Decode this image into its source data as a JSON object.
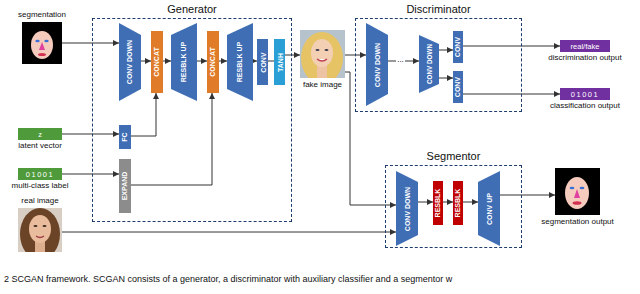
{
  "diagram": {
    "caption": "2 SCGAN framework. SCGAN consists of a generator, a discriminator with auxiliary classifier and a segmentor w",
    "nodes": [
      {
        "text": [
          "Generator"
        ]
      },
      {
        "text": [
          "Discriminator"
        ]
      },
      {
        "text": [
          "Segmentor"
        ]
      },
      {
        "text": [
          "segmentation"
        ]
      },
      {
        "text": [
          "z",
          "latent vector"
        ]
      },
      {
        "text": [
          "01001",
          "multi-class label"
        ]
      },
      {
        "text": [
          "real image"
        ]
      },
      {
        "text": [
          "CONV DOWN"
        ],
        "in": 0
      },
      {
        "text": [
          "FC"
        ],
        "in": 0
      },
      {
        "text": [
          "EXPAND"
        ],
        "in": 0
      },
      {
        "text": [
          "CONCAT"
        ],
        "in": 0
      },
      {
        "text": [
          "RESBLK UP"
        ],
        "in": 0
      },
      {
        "text": [
          "CONCAT"
        ],
        "in": 0
      },
      {
        "text": [
          "RESBLK UP"
        ],
        "in": 0
      },
      {
        "text": [
          "CONV"
        ],
        "in": 0
      },
      {
        "text": [
          "TANH"
        ],
        "in": 0
      },
      {
        "text": [
          "fake image"
        ]
      },
      {
        "text": [
          "CONV DOWN"
        ],
        "in": 1
      },
      {
        "text": [
          "CONV DOWN"
        ],
        "in": 1
      },
      {
        "text": [
          "CONV"
        ],
        "in": 1
      },
      {
        "text": [
          "CONV"
        ],
        "in": 1
      },
      {
        "text": [
          "real/fake",
          "discrimination output"
        ]
      },
      {
        "text": [
          "01001",
          "classification output"
        ]
      },
      {
        "text": [
          "CONV DOWN"
        ],
        "in": 2
      },
      {
        "text": [
          "RESBLK"
        ],
        "in": 2
      },
      {
        "text": [
          "RESBLK"
        ],
        "in": 2
      },
      {
        "text": [
          "CONV UP"
        ],
        "in": 2
      },
      {
        "text": [
          "segmentation output"
        ]
      }
    ],
    "edges": [
      {
        "from": 3,
        "to": 7,
        "arrow": "to"
      },
      {
        "from": 4,
        "to": 8,
        "arrow": "to"
      },
      {
        "from": 5,
        "to": 9,
        "arrow": "to"
      },
      {
        "from": 7,
        "to": 10,
        "arrow": "to"
      },
      {
        "from": 8,
        "to": 10,
        "arrow": "to"
      },
      {
        "from": 9,
        "to": 12,
        "arrow": "to"
      },
      {
        "from": 10,
        "to": 11,
        "arrow": "to"
      },
      {
        "from": 11,
        "to": 12,
        "arrow": "to"
      },
      {
        "from": 12,
        "to": 13,
        "arrow": "to"
      },
      {
        "from": 13,
        "to": 14,
        "arrow": "to"
      },
      {
        "from": 14,
        "to": 15,
        "arrow": "none"
      },
      {
        "from": 15,
        "to": 16,
        "arrow": "to"
      },
      {
        "from": 16,
        "to": 17,
        "arrow": "to"
      },
      {
        "from": 16,
        "to": 23,
        "arrow": "to"
      },
      {
        "from": 6,
        "to": 23,
        "arrow": "to"
      },
      {
        "from": 17,
        "to": 18,
        "label": "...",
        "arrow": "to"
      },
      {
        "from": 18,
        "to": 19,
        "arrow": "to"
      },
      {
        "from": 18,
        "to": 20,
        "arrow": "to"
      },
      {
        "from": 19,
        "to": 21,
        "arrow": "to"
      },
      {
        "from": 20,
        "to": 22,
        "arrow": "to"
      },
      {
        "from": 23,
        "to": 24,
        "arrow": "to"
      },
      {
        "from": 24,
        "to": 25,
        "arrow": "to"
      },
      {
        "from": 25,
        "to": 26,
        "arrow": "to"
      },
      {
        "from": 26,
        "to": 27,
        "arrow": "to"
      }
    ]
  }
}
